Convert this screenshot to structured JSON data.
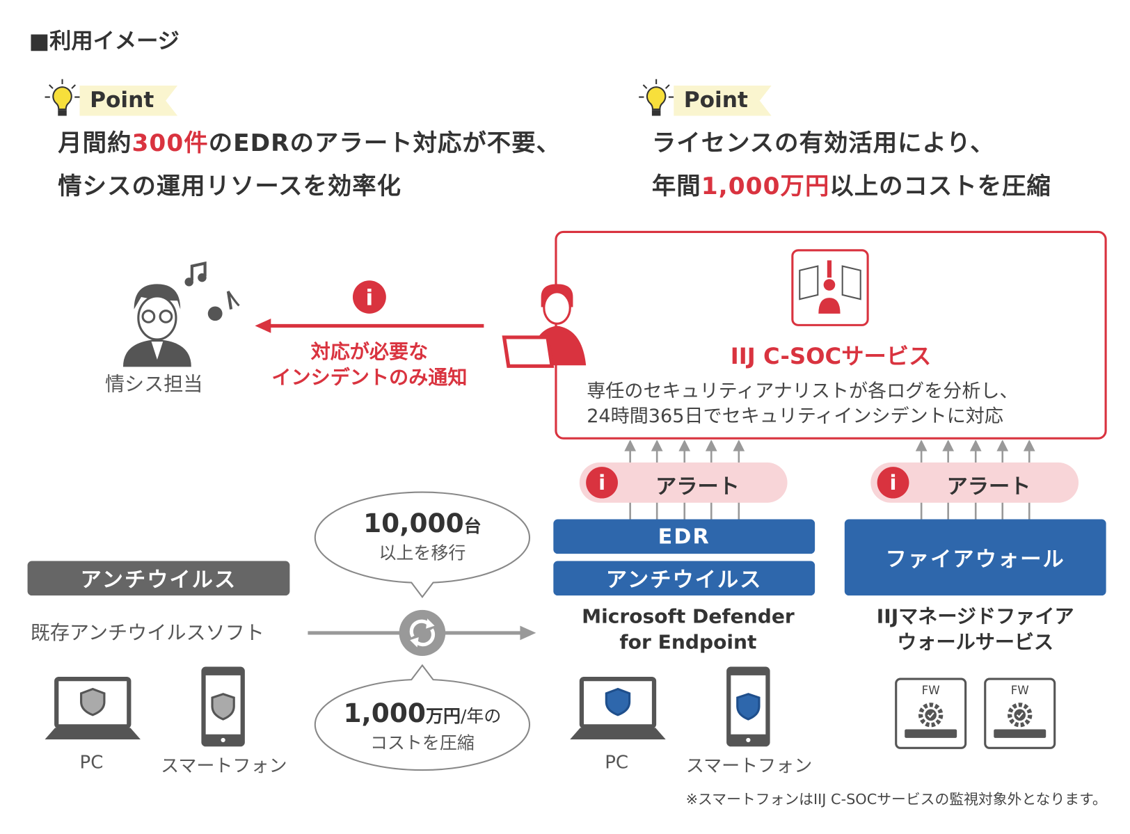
{
  "title": "■利用イメージ",
  "points": [
    {
      "badge": "Point",
      "line1_pre": "月間約",
      "line1_red": "300件",
      "line1_post": "のEDRのアラート対応が不要、",
      "line2": "情シスの運用リソースを効率化"
    },
    {
      "badge": "Point",
      "line1": "ライセンスの有効活用により、",
      "line2_pre": "年間",
      "line2_red": "1,000万円",
      "line2_post": "以上のコストを圧縮"
    }
  ],
  "it_staff": {
    "label": "情シス担当"
  },
  "notification": {
    "line1": "対応が必要な",
    "line2": "インシデントのみ通知"
  },
  "csoc": {
    "title": "IIJ C-SOCサービス",
    "desc_line1": "専任のセキュリティアナリストが各ログを分析し、",
    "desc_line2": "24時間365日でセキュリティインシデントに対応"
  },
  "alerts": [
    {
      "label": "アラート"
    },
    {
      "label": "アラート"
    }
  ],
  "mde": {
    "bar1": "EDR",
    "bar2": "アンチウイルス",
    "name_line1": "Microsoft Defender",
    "name_line2": "for Endpoint"
  },
  "fw": {
    "bar": "ファイアウォール",
    "name_line1": "IIJマネージドファイア",
    "name_line2": "ウォールサービス",
    "device_label": "FW"
  },
  "existing": {
    "bar": "アンチウイルス",
    "label": "既存アンチウイルスソフト"
  },
  "bubble_top": {
    "number": "10,000",
    "unit": "台",
    "sub": "以上を移行"
  },
  "bubble_bottom": {
    "number": "1,000",
    "unit": "万円",
    "suffix": "/年の",
    "sub": "コストを圧縮"
  },
  "devices": {
    "pc": "PC",
    "phone": "スマートフォン"
  },
  "footnote": "※スマートフォンはIIJ C-SOCサービスの監視対象外となります。",
  "colors": {
    "red": "#d9333f",
    "blue": "#2e67ac",
    "gray": "#666666",
    "pink": "#f8d5d8",
    "yellow": "#faf5cf"
  }
}
